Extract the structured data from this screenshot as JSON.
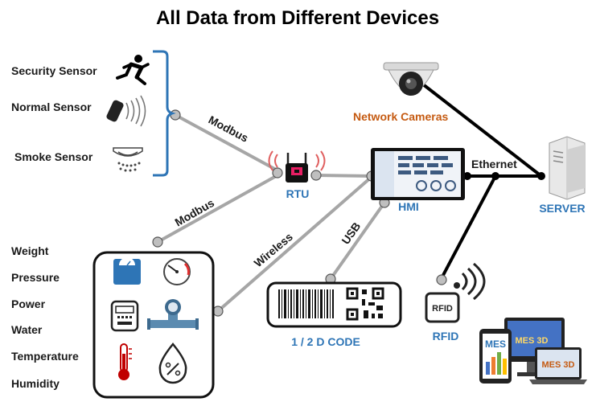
{
  "title": "All Data from Different Devices",
  "sensors": [
    "Security Sensor",
    "Normal Sensor",
    "Smoke Sensor"
  ],
  "meters": [
    "Weight",
    "Pressure",
    "Power",
    "Water",
    "Temperature",
    "Humidity"
  ],
  "links": {
    "modbus_top": "Modbus",
    "modbus_bottom": "Modbus",
    "wireless": "Wireless",
    "usb": "USB",
    "ethernet": "Ethernet"
  },
  "devices": {
    "rtu": "RTU",
    "hmi": "HMI",
    "server": "SERVER",
    "network_cameras": "Network Cameras",
    "rfid": "RFID",
    "rfid_tag": "RFID",
    "code": "1 / 2 D CODE",
    "mes_tablet": "MES",
    "mes_monitor": "MES 3D",
    "mes_laptop": "MES 3D"
  },
  "colors": {
    "title": "#000000",
    "label_dark": "#1a1a1a",
    "blue_label": "#2e75b6",
    "orange_label": "#c55a11",
    "link_gray": "#a6a6a6",
    "node_gray": "#bfbfbf",
    "bracket_blue": "#2e75b6",
    "ethernet_black": "#000000"
  }
}
